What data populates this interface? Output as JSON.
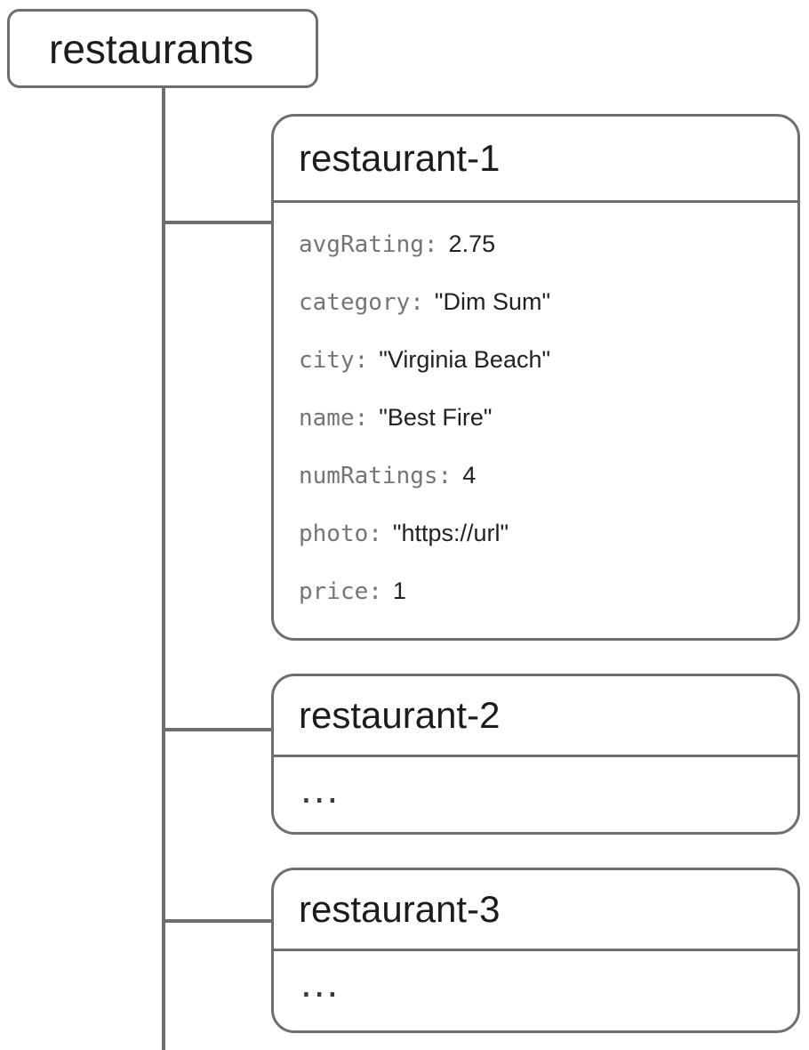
{
  "diagram": {
    "root": {
      "label": "restaurants"
    },
    "cards": [
      {
        "title": "restaurant-1",
        "fields": [
          {
            "key": "avgRating:",
            "value": "2.75"
          },
          {
            "key": "category:",
            "value": "\"Dim Sum\""
          },
          {
            "key": "city:",
            "value": "\"Virginia Beach\""
          },
          {
            "key": "name:",
            "value": "\"Best Fire\""
          },
          {
            "key": "numRatings:",
            "value": "4"
          },
          {
            "key": "photo:",
            "value": "\"https://url\""
          },
          {
            "key": "price:",
            "value": "1"
          }
        ]
      },
      {
        "title": "restaurant-2",
        "body": "..."
      },
      {
        "title": "restaurant-3",
        "body": "..."
      }
    ],
    "colors": {
      "border": "#6e6e6e",
      "key_text": "#757575",
      "value_text": "#212121"
    }
  }
}
